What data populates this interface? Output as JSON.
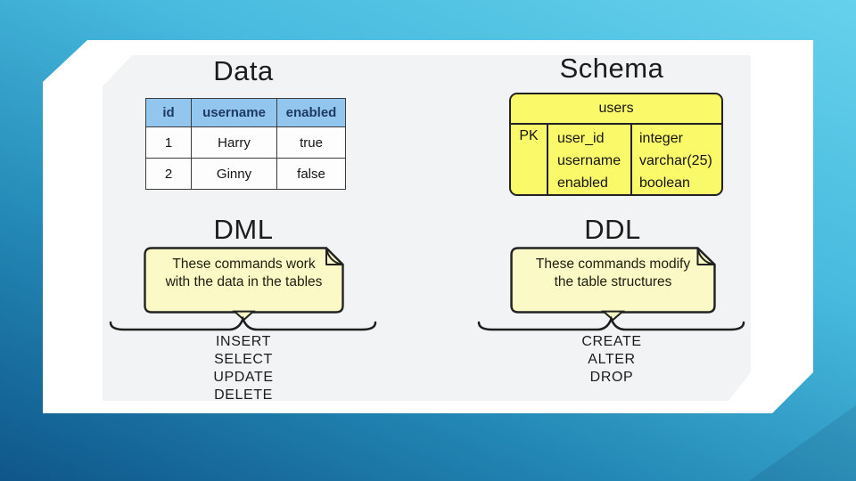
{
  "colors": {
    "bg_gradient_top": "#66d1ec",
    "bg_gradient_bottom": "#0f568a",
    "panel_white": "#ffffff",
    "canvas_gray": "#f2f3f4",
    "table_header_bg": "#93c6ef",
    "table_header_text": "#1d3a63",
    "entity_fill": "#f9f96a",
    "note_fill": "#fbfac6"
  },
  "sections": {
    "data": {
      "title": "Data",
      "table": {
        "headers": [
          "id",
          "username",
          "enabled"
        ],
        "rows": [
          [
            "1",
            "Harry",
            "true"
          ],
          [
            "2",
            "Ginny",
            "false"
          ]
        ]
      }
    },
    "schema": {
      "title": "Schema",
      "entity": {
        "name": "users",
        "pk_label": "PK",
        "fields": [
          {
            "name": "user_id",
            "type": "integer"
          },
          {
            "name": "username",
            "type": "varchar(25)"
          },
          {
            "name": "enabled",
            "type": "boolean"
          }
        ]
      }
    },
    "dml": {
      "title": "DML",
      "note_lines": [
        "These commands work",
        "with the data in the tables"
      ],
      "commands": [
        "INSERT",
        "SELECT",
        "UPDATE",
        "DELETE"
      ]
    },
    "ddl": {
      "title": "DDL",
      "note_lines": [
        "These commands modify",
        "the table structures"
      ],
      "commands": [
        "CREATE",
        "ALTER",
        "DROP"
      ]
    }
  }
}
